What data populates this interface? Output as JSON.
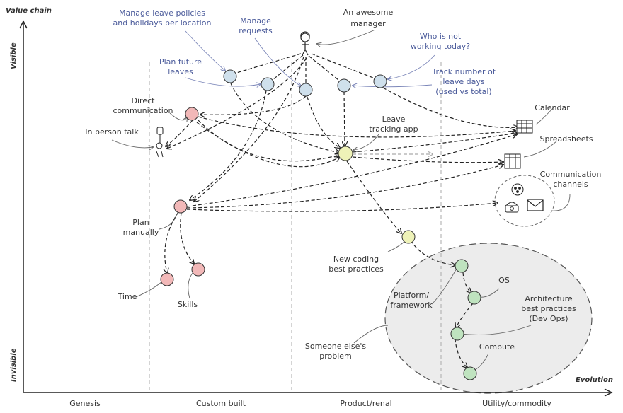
{
  "axes": {
    "y_title": "Value chain",
    "y_top": "Visible",
    "y_bottom": "Invisible",
    "x_title": "Evolution"
  },
  "stages": [
    "Genesis",
    "Custom built",
    "Product/renal",
    "Utility/commodity"
  ],
  "user": {
    "label_1": "An awesome",
    "label_2": "manager"
  },
  "labels": {
    "policies_1": "Manage leave policies",
    "policies_2": "and holidays per location",
    "requests_1": "Manage",
    "requests_2": "requests",
    "who_1": "Who is not",
    "who_2": "working today?",
    "plan_future_1": "Plan future",
    "plan_future_2": "leaves",
    "track_1": "Track number of",
    "track_2": "leave days",
    "track_3": "(used vs total)",
    "direct_1": "Direct",
    "direct_2": "communication",
    "in_person": "In person talk",
    "leave_app_1": "Leave",
    "leave_app_2": "tracking app",
    "calendar": "Calendar",
    "spreadsheets": "Spreadsheets",
    "comm_1": "Communication",
    "comm_2": "channels",
    "plan_manual_1": "Plan",
    "plan_manual_2": "manually",
    "coding_1": "New coding",
    "coding_2": "best practices",
    "platform_1": "Platform/",
    "platform_2": "framework",
    "os": "OS",
    "arch_1": "Architecture",
    "arch_2": "best practices",
    "arch_3": "(Dev Ops)",
    "time": "Time",
    "skills": "Skills",
    "compute": "Compute",
    "someone_1": "Someone else's",
    "someone_2": "problem"
  },
  "colors": {
    "need": "#cfe0ec",
    "custom": "#f2b8b8",
    "product": "#eef2b8",
    "utility": "#bfe3bf",
    "annotation_blue": "#4a5a9a"
  },
  "icons": [
    "stick-figure-icon",
    "calendar-icon",
    "spreadsheet-icon",
    "chat-icon",
    "telephone-icon",
    "envelope-icon",
    "person-talk-icon"
  ]
}
